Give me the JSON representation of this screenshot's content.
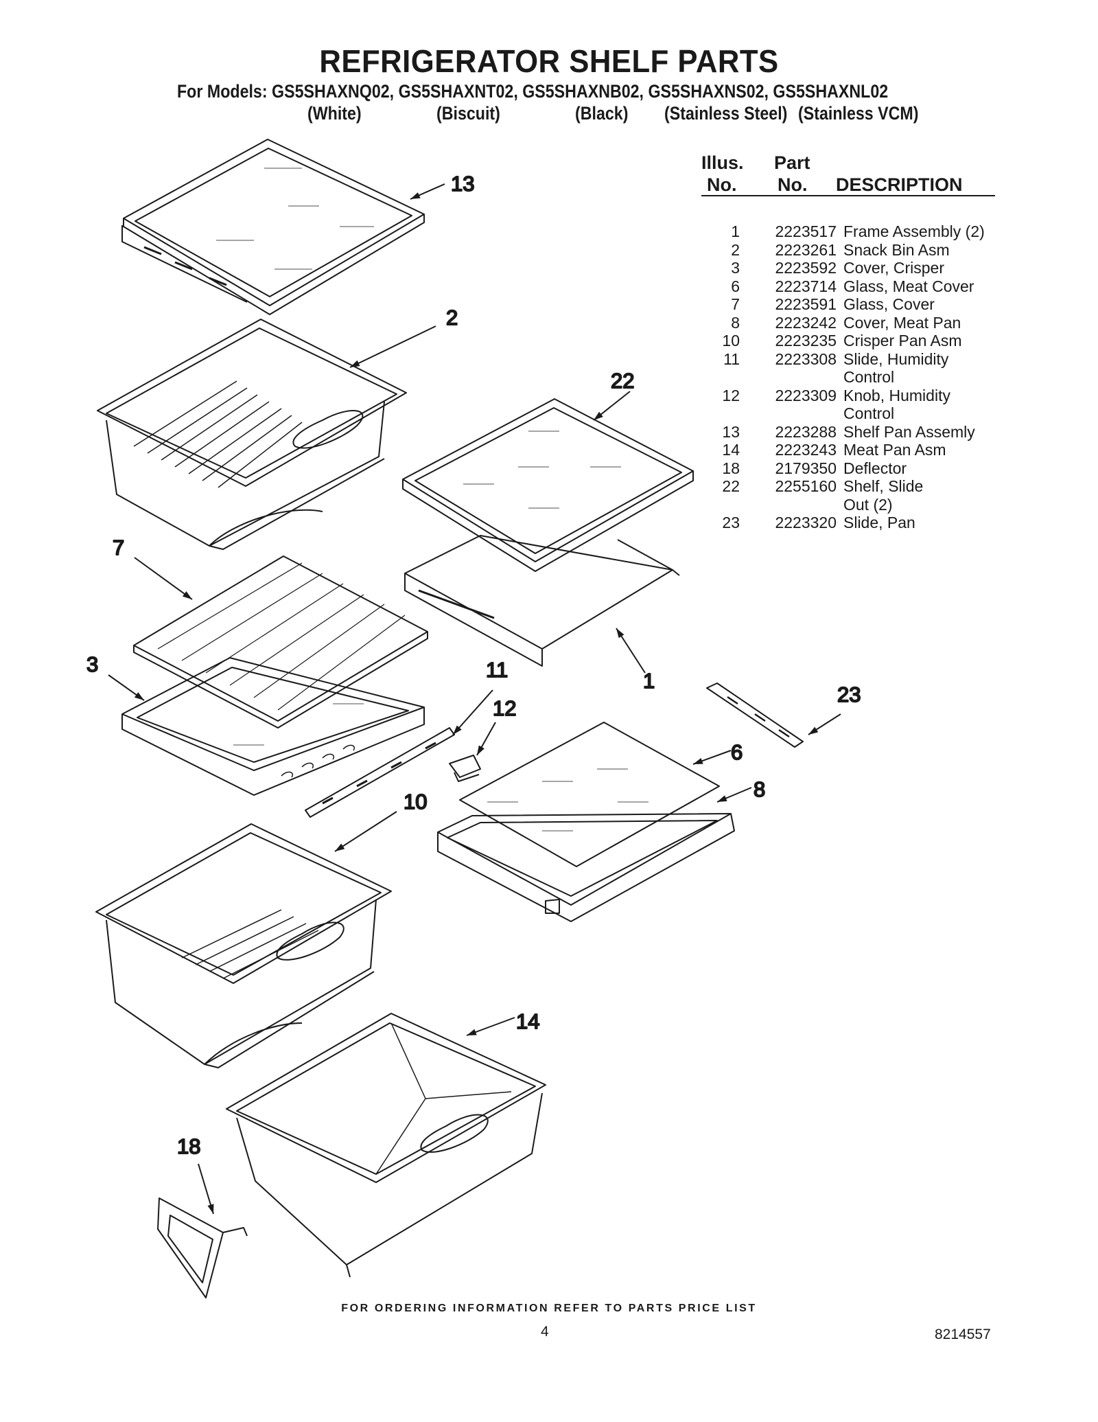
{
  "header": {
    "title": "REFRIGERATOR SHELF PARTS",
    "models": "For Models: GS5SHAXNQ02, GS5SHAXNT02, GS5SHAXNB02, GS5SHAXNS02, GS5SHAXNL02",
    "colors": [
      "(White)",
      "(Biscuit)",
      "(Black)",
      "(Stainless Steel)",
      "(Stainless VCM)"
    ]
  },
  "table": {
    "col_illus_line1": "Illus.",
    "col_illus_line2": "No.",
    "col_part_line1": "Part",
    "col_part_line2": "No.",
    "col_description": "DESCRIPTION",
    "rows": [
      {
        "illus": "1",
        "part": "2223517",
        "desc": "Frame Assembly (2)"
      },
      {
        "illus": "2",
        "part": "2223261",
        "desc": "Snack Bin Asm"
      },
      {
        "illus": "3",
        "part": "2223592",
        "desc": "Cover, Crisper"
      },
      {
        "illus": "6",
        "part": "2223714",
        "desc": "Glass, Meat Cover"
      },
      {
        "illus": "7",
        "part": "2223591",
        "desc": "Glass, Cover"
      },
      {
        "illus": "8",
        "part": "2223242",
        "desc": "Cover, Meat Pan"
      },
      {
        "illus": "10",
        "part": "2223235",
        "desc": "Crisper Pan Asm"
      },
      {
        "illus": "11",
        "part": "2223308",
        "desc": "Slide, Humidity\nControl"
      },
      {
        "illus": "12",
        "part": "2223309",
        "desc": "Knob, Humidity\nControl"
      },
      {
        "illus": "13",
        "part": "2223288",
        "desc": "Shelf Pan Assemly"
      },
      {
        "illus": "14",
        "part": "2223243",
        "desc": "Meat Pan Asm"
      },
      {
        "illus": "18",
        "part": "2179350",
        "desc": "Deflector"
      },
      {
        "illus": "22",
        "part": "2255160",
        "desc": "Shelf, Slide\nOut (2)"
      },
      {
        "illus": "23",
        "part": "2223320",
        "desc": "Slide, Pan"
      }
    ]
  },
  "callouts": [
    "13",
    "2",
    "22",
    "7",
    "3",
    "11",
    "12",
    "1",
    "23",
    "6",
    "8",
    "10",
    "14",
    "18"
  ],
  "footer": {
    "ordering": "FOR ORDERING INFORMATION REFER TO PARTS PRICE LIST",
    "page_number": "4",
    "document_number": "8214557"
  }
}
